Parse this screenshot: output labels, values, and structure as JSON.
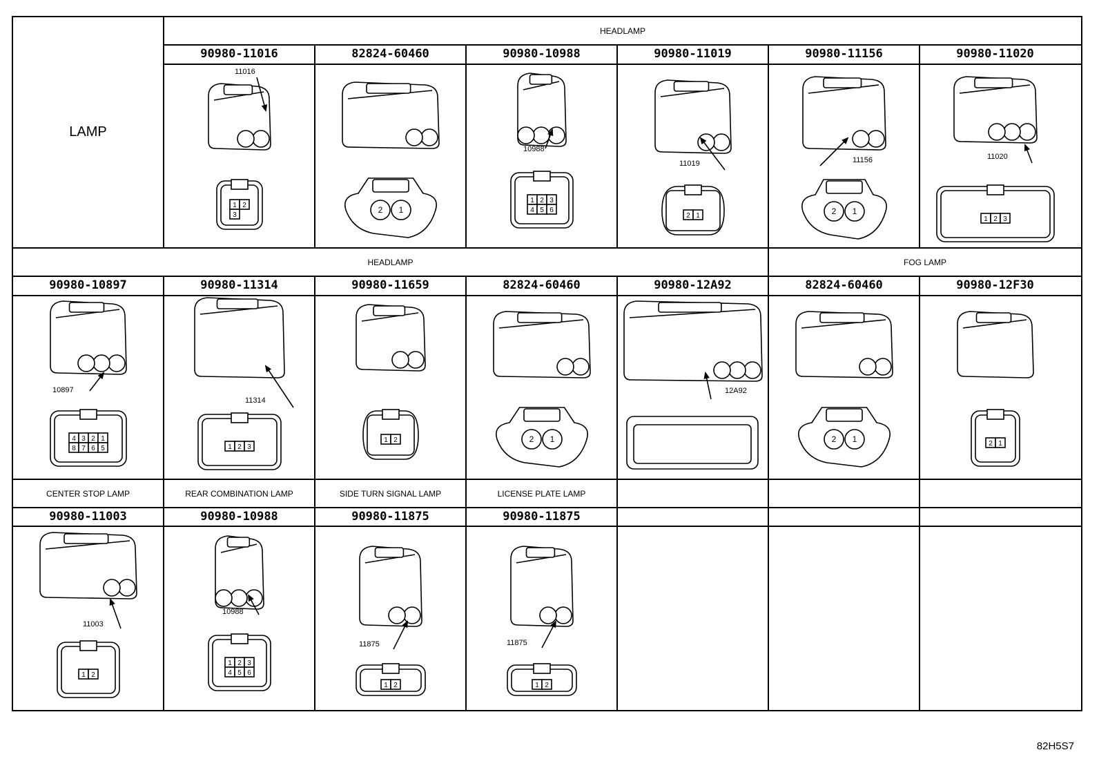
{
  "lamp_label": "LAMP",
  "sections": [
    {
      "title": "HEADLAMP"
    },
    {
      "title": "HEADLAMP"
    },
    {
      "title": "FOG LAMP"
    }
  ],
  "row1": [
    {
      "part": "90980-11016",
      "callout": "11016",
      "pins": [
        "1",
        "2",
        "3"
      ]
    },
    {
      "part": "82824-60460",
      "callout": "",
      "pins": [
        "2",
        "1"
      ]
    },
    {
      "part": "90980-10988",
      "callout": "10988",
      "pins": [
        "1",
        "2",
        "3",
        "4",
        "5",
        "6"
      ]
    },
    {
      "part": "90980-11019",
      "callout": "11019",
      "pins": [
        "2",
        "1"
      ]
    },
    {
      "part": "90980-11156",
      "callout": "11156",
      "pins": [
        "2",
        "1"
      ]
    },
    {
      "part": "90980-11020",
      "callout": "11020",
      "pins": [
        "1",
        "2",
        "3"
      ]
    }
  ],
  "row2": [
    {
      "part": "90980-10897",
      "callout": "10897",
      "pins": [
        "4",
        "3",
        "2",
        "1",
        "8",
        "7",
        "6",
        "5"
      ]
    },
    {
      "part": "90980-11314",
      "callout": "11314",
      "pins": [
        "1",
        "2",
        "3"
      ]
    },
    {
      "part": "90980-11659",
      "callout": "",
      "pins": [
        "1",
        "2"
      ]
    },
    {
      "part": "82824-60460",
      "callout": "",
      "pins": [
        "2",
        "1"
      ]
    },
    {
      "part": "90980-12A92",
      "callout": "12A92",
      "pins": []
    },
    {
      "part": "82824-60460",
      "callout": "",
      "pins": [
        "2",
        "1"
      ]
    },
    {
      "part": "90980-12F30",
      "callout": "",
      "pins": [
        "2",
        "1"
      ]
    }
  ],
  "row3": [
    {
      "title": "CENTER STOP LAMP",
      "part": "90980-11003",
      "callout": "11003",
      "pins": [
        "1",
        "2"
      ]
    },
    {
      "title": "REAR COMBINATION LAMP",
      "part": "90980-10988",
      "callout": "10988",
      "pins": [
        "1",
        "2",
        "3",
        "4",
        "5",
        "6"
      ]
    },
    {
      "title": "SIDE TURN SIGNAL LAMP",
      "part": "90980-11875",
      "callout": "11875",
      "pins": [
        "1",
        "2"
      ]
    },
    {
      "title": "LICENSE PLATE LAMP",
      "part": "90980-11875",
      "callout": "11875",
      "pins": [
        "1",
        "2"
      ]
    }
  ],
  "ref_code": "82H5S7"
}
